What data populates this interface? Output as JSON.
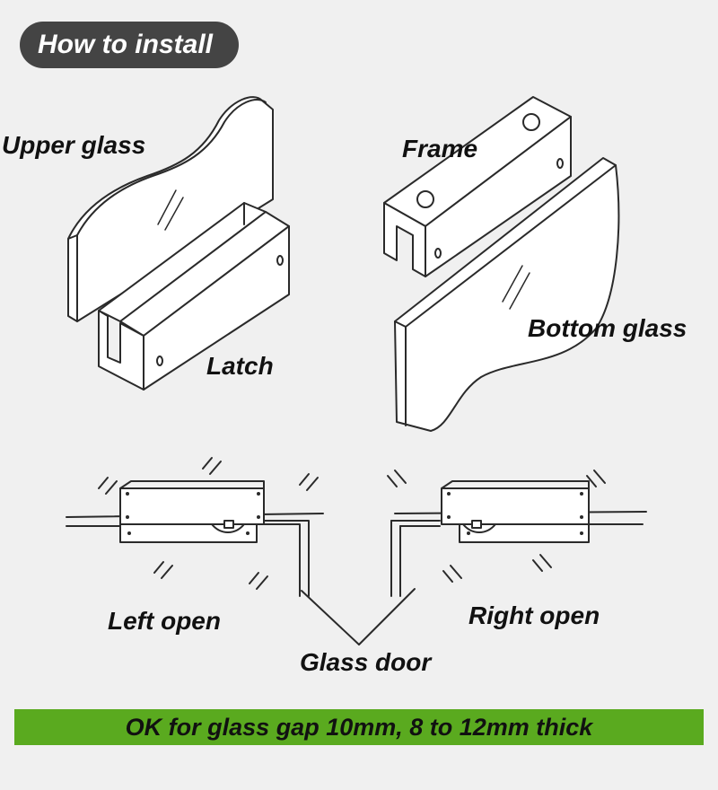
{
  "header": {
    "title": "How to install"
  },
  "labels": {
    "upper_glass": "Upper glass",
    "frame": "Frame",
    "latch": "Latch",
    "bottom_glass": "Bottom glass",
    "left_open": "Left open",
    "right_open": "Right open",
    "glass_door": "Glass door"
  },
  "footer": {
    "note": "OK for glass gap 10mm, 8 to 12mm thick"
  },
  "colors": {
    "badge": "#444444",
    "footer_bar": "#5aaa1f",
    "background": "#f0f0f0"
  }
}
